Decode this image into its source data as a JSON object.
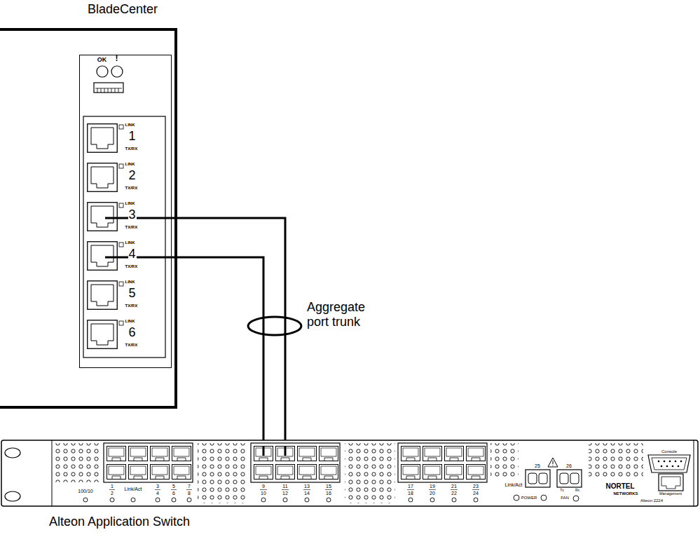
{
  "diagram": {
    "nodes": [
      {
        "text": [
          "BladeCenter"
        ]
      },
      {
        "text": [
          "OK",
          "!",
          "LINK",
          "1",
          "TX/RX",
          "LINK",
          "2",
          "TX/RX",
          "LINK",
          "3",
          "TX/RX",
          "LINK",
          "4",
          "TX/RX",
          "LINK",
          "5",
          "TX/RX",
          "LINK",
          "6",
          "TX/RX"
        ],
        "in": 0
      },
      {
        "text": [
          "Alteon Application Switch",
          "100/10",
          "1",
          "2",
          "Link/Act",
          "3",
          "4",
          "5",
          "6",
          "7",
          "8",
          "9",
          "10",
          "11",
          "12",
          "13",
          "14",
          "15",
          "16",
          "17",
          "18",
          "19",
          "20",
          "21",
          "22",
          "23",
          "24",
          "Link/Act",
          "25",
          "26",
          "POWER",
          "FAN",
          "Tx",
          "Rx",
          "NORTEL",
          "NETWORKS",
          "Alteon 2224",
          "Console",
          "Management"
        ]
      }
    ],
    "edges": [
      {
        "from": 1,
        "to": 2,
        "arrow": "none"
      },
      {
        "from": 1,
        "to": 2,
        "arrow": "none"
      }
    ],
    "labels": [
      "Aggregate port trunk"
    ]
  }
}
